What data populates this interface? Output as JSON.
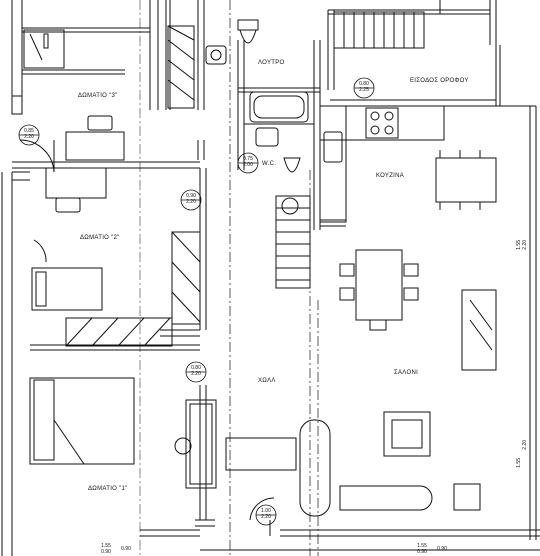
{
  "rooms": {
    "room3": "ΔΩΜΑΤΙΟ \"3\"",
    "room2": "ΔΩΜΑΤΙΟ \"2\"",
    "room1": "ΔΩΜΑΤΙΟ \"1\"",
    "bathroom": "ΛΟΥΤΡΟ",
    "wc": "W.C.",
    "entrance": "ΕΙΣΟΔΟΣ ΟΡΟΦΟΥ",
    "kitchen": "ΚΟΥΖΙΝΑ",
    "living": "ΣΑΛΟΝΙ",
    "hall": "ΧΩΛΛ"
  },
  "openings": [
    {
      "id": "d1",
      "w": "0.85",
      "h": "2.20"
    },
    {
      "id": "d2",
      "w": "0.90",
      "h": "2.20"
    },
    {
      "id": "d3",
      "w": "0.80",
      "h": "2.20"
    },
    {
      "id": "d4",
      "w": "0.80",
      "h": "2.25"
    },
    {
      "id": "d5",
      "w": "0.75",
      "h": "2.00"
    },
    {
      "id": "d6",
      "w": "1.00",
      "h": "2.20"
    },
    {
      "id": "w1",
      "w": "1.55",
      "h": "2.20"
    },
    {
      "id": "w2",
      "w": "1.55",
      "h": "2.20"
    },
    {
      "id": "w3",
      "w": "1.55",
      "h": "0.90"
    },
    {
      "id": "w4",
      "w": "1.55",
      "h": "0.90"
    }
  ],
  "bottom_marks": {
    "left": "0.90",
    "right": "0.90"
  }
}
